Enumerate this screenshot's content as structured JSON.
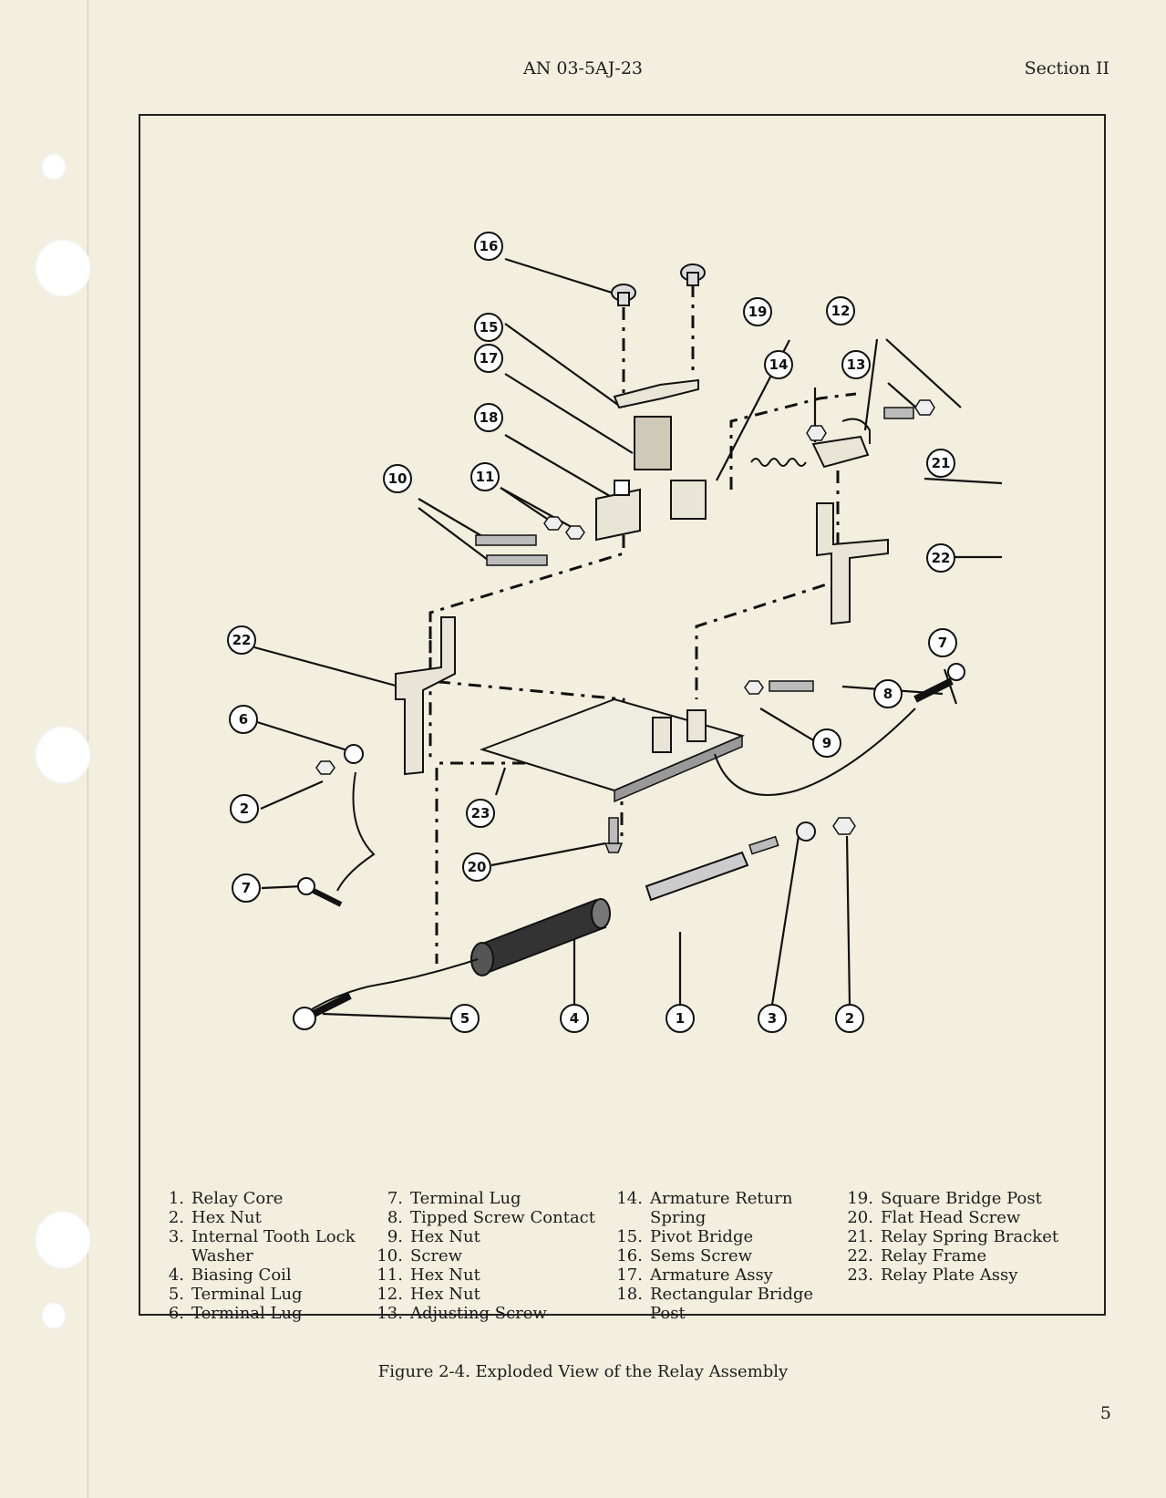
{
  "header": {
    "doc_number": "AN 03-5AJ-23",
    "section": "Section II"
  },
  "figure": {
    "callouts": [
      "16",
      "15",
      "17",
      "18",
      "19",
      "14",
      "12",
      "13",
      "21",
      "10",
      "11",
      "22",
      "22",
      "7",
      "8",
      "9",
      "6",
      "2",
      "23",
      "20",
      "7",
      "5",
      "4",
      "1",
      "3",
      "2"
    ],
    "legend": [
      {
        "num": "1.",
        "label": "Relay Core"
      },
      {
        "num": "2.",
        "label": "Hex Nut"
      },
      {
        "num": "3.",
        "label": "Internal Tooth Lock",
        "cont": "Washer"
      },
      {
        "num": "4.",
        "label": "Biasing Coil"
      },
      {
        "num": "5.",
        "label": "Terminal Lug"
      },
      {
        "num": "6.",
        "label": "Terminal Lug"
      },
      {
        "num": "7.",
        "label": "Terminal Lug"
      },
      {
        "num": "8.",
        "label": "Tipped Screw Contact"
      },
      {
        "num": "9.",
        "label": "Hex Nut"
      },
      {
        "num": "10.",
        "label": "Screw"
      },
      {
        "num": "11.",
        "label": "Hex Nut"
      },
      {
        "num": "12.",
        "label": "Hex Nut"
      },
      {
        "num": "13.",
        "label": "Adjusting Screw"
      },
      {
        "num": "14.",
        "label": "Armature Return",
        "cont": "Spring"
      },
      {
        "num": "15.",
        "label": "Pivot Bridge"
      },
      {
        "num": "16.",
        "label": "Sems Screw"
      },
      {
        "num": "17.",
        "label": "Armature Assy"
      },
      {
        "num": "18.",
        "label": "Rectangular Bridge",
        "cont": "Post"
      },
      {
        "num": "19.",
        "label": "Square Bridge Post"
      },
      {
        "num": "20.",
        "label": "Flat Head Screw"
      },
      {
        "num": "21.",
        "label": "Relay Spring Bracket"
      },
      {
        "num": "22.",
        "label": "Relay Frame"
      },
      {
        "num": "23.",
        "label": "Relay Plate Assy"
      }
    ],
    "caption": "Figure 2-4.  Exploded View of the Relay Assembly"
  },
  "page_number": "5"
}
